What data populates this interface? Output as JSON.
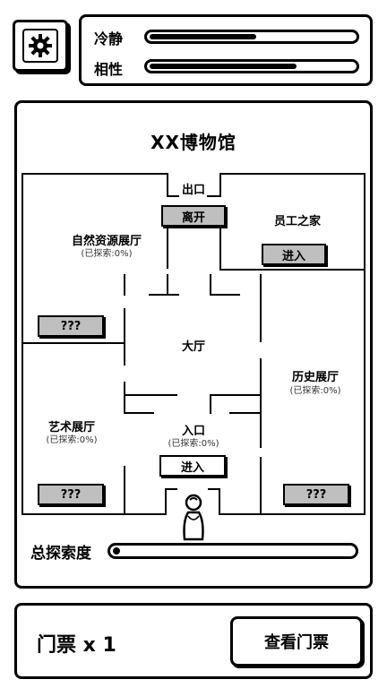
{
  "stats": {
    "calm_label": "冷静",
    "calm_value": 0.52,
    "sanity_label": "相性",
    "sanity_value": 0.72
  },
  "map": {
    "title": "XX博物馆",
    "exit": {
      "label": "出口",
      "button": "离开"
    },
    "staff": {
      "label": "员工之家",
      "button": "进入"
    },
    "nature_hall": {
      "label": "自然资源展厅",
      "explored": "(已探索:0%)",
      "button": "???"
    },
    "lobby": {
      "label": "大厅"
    },
    "history_hall": {
      "label": "历史展厅",
      "explored": "(已探索:0%)",
      "button": "???"
    },
    "art_hall": {
      "label": "艺术展厅",
      "explored": "(已探索:0%)",
      "button": "???"
    },
    "entrance": {
      "label": "入口",
      "explored": "(已探索:0%)",
      "button": "进入"
    },
    "total_label": "总探索度",
    "total_value": 0.0
  },
  "footer": {
    "ticket_text": "门票 x 1",
    "view_ticket_button": "查看门票"
  },
  "icons": {
    "settings": "gear-icon",
    "player": "player-figure-icon"
  }
}
